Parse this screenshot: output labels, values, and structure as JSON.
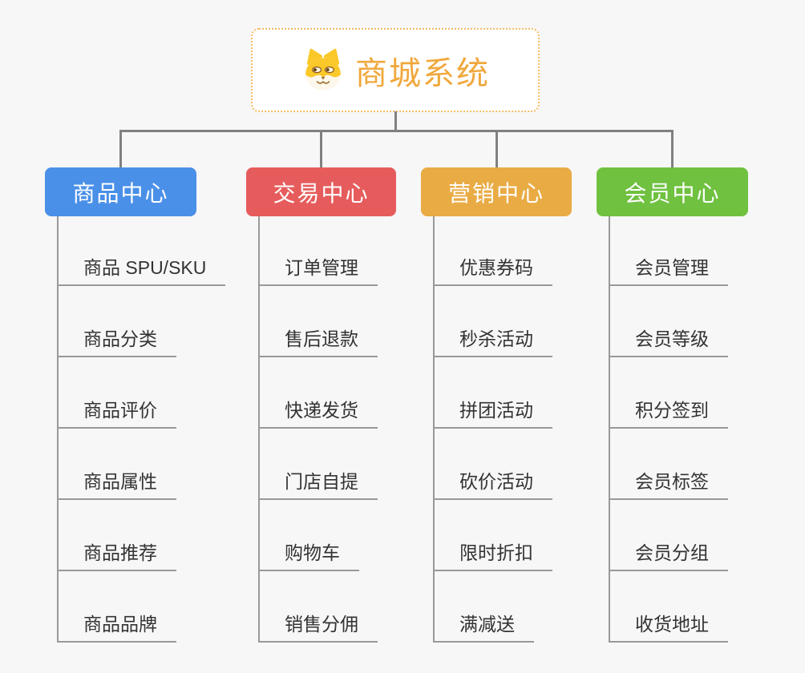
{
  "root": {
    "title": "商城系统",
    "icon": "dog-face-icon"
  },
  "branches": [
    {
      "id": "product-center",
      "label": "商品中心",
      "color": "#4a90e8",
      "children": [
        "商品 SPU/SKU",
        "商品分类",
        "商品评价",
        "商品属性",
        "商品推荐",
        "商品品牌"
      ]
    },
    {
      "id": "trade-center",
      "label": "交易中心",
      "color": "#e65c5c",
      "children": [
        "订单管理",
        "售后退款",
        "快递发货",
        "门店自提",
        "购物车",
        "销售分佣"
      ]
    },
    {
      "id": "marketing-center",
      "label": "营销中心",
      "color": "#e9ab44",
      "children": [
        "优惠券码",
        "秒杀活动",
        "拼团活动",
        "砍价活动",
        "限时折扣",
        "满减送"
      ]
    },
    {
      "id": "member-center",
      "label": "会员中心",
      "color": "#6fc13f",
      "children": [
        "会员管理",
        "会员等级",
        "积分签到",
        "会员标签",
        "会员分组",
        "收货地址"
      ]
    }
  ],
  "colors": {
    "background": "#f7f7f7",
    "connector": "#808080",
    "child_line": "#999999",
    "root_text": "#f0a83c",
    "root_border": "#f5bb62",
    "child_text": "#333333"
  }
}
